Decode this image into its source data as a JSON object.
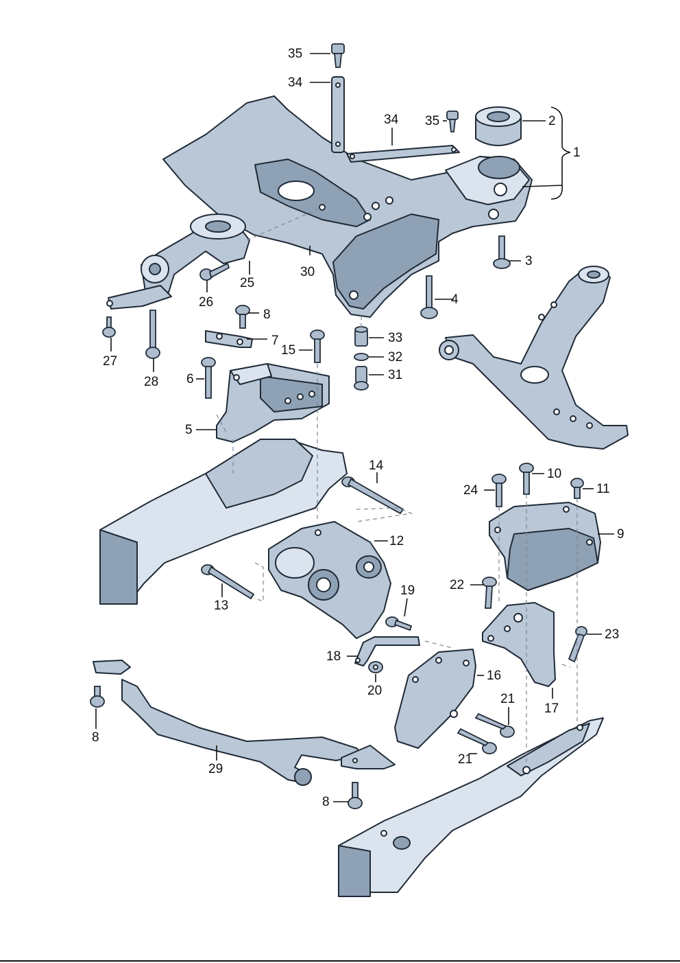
{
  "diagram": {
    "type": "exploded-parts-diagram",
    "callouts": [
      {
        "id": "c35a",
        "label": "35"
      },
      {
        "id": "c34a",
        "label": "34"
      },
      {
        "id": "c34b",
        "label": "34"
      },
      {
        "id": "c35b",
        "label": "35"
      },
      {
        "id": "c2",
        "label": "2"
      },
      {
        "id": "c1",
        "label": "1"
      },
      {
        "id": "c3",
        "label": "3"
      },
      {
        "id": "c30",
        "label": "30"
      },
      {
        "id": "c25",
        "label": "25"
      },
      {
        "id": "c26",
        "label": "26"
      },
      {
        "id": "c4",
        "label": "4"
      },
      {
        "id": "c8a",
        "label": "8"
      },
      {
        "id": "c7",
        "label": "7"
      },
      {
        "id": "c15",
        "label": "15"
      },
      {
        "id": "c33",
        "label": "33"
      },
      {
        "id": "c32",
        "label": "32"
      },
      {
        "id": "c31",
        "label": "31"
      },
      {
        "id": "c6",
        "label": "6"
      },
      {
        "id": "c27",
        "label": "27"
      },
      {
        "id": "c28",
        "label": "28"
      },
      {
        "id": "c5",
        "label": "5"
      },
      {
        "id": "c14",
        "label": "14"
      },
      {
        "id": "c10",
        "label": "10"
      },
      {
        "id": "c24",
        "label": "24"
      },
      {
        "id": "c11",
        "label": "11"
      },
      {
        "id": "c12",
        "label": "12"
      },
      {
        "id": "c9",
        "label": "9"
      },
      {
        "id": "c22",
        "label": "22"
      },
      {
        "id": "c13",
        "label": "13"
      },
      {
        "id": "c19",
        "label": "19"
      },
      {
        "id": "c23",
        "label": "23"
      },
      {
        "id": "c18",
        "label": "18"
      },
      {
        "id": "c16",
        "label": "16"
      },
      {
        "id": "c20",
        "label": "20"
      },
      {
        "id": "c17",
        "label": "17"
      },
      {
        "id": "c21a",
        "label": "21"
      },
      {
        "id": "c8b",
        "label": "8"
      },
      {
        "id": "c21b",
        "label": "21"
      },
      {
        "id": "c29",
        "label": "29"
      },
      {
        "id": "c8c",
        "label": "8"
      }
    ]
  }
}
